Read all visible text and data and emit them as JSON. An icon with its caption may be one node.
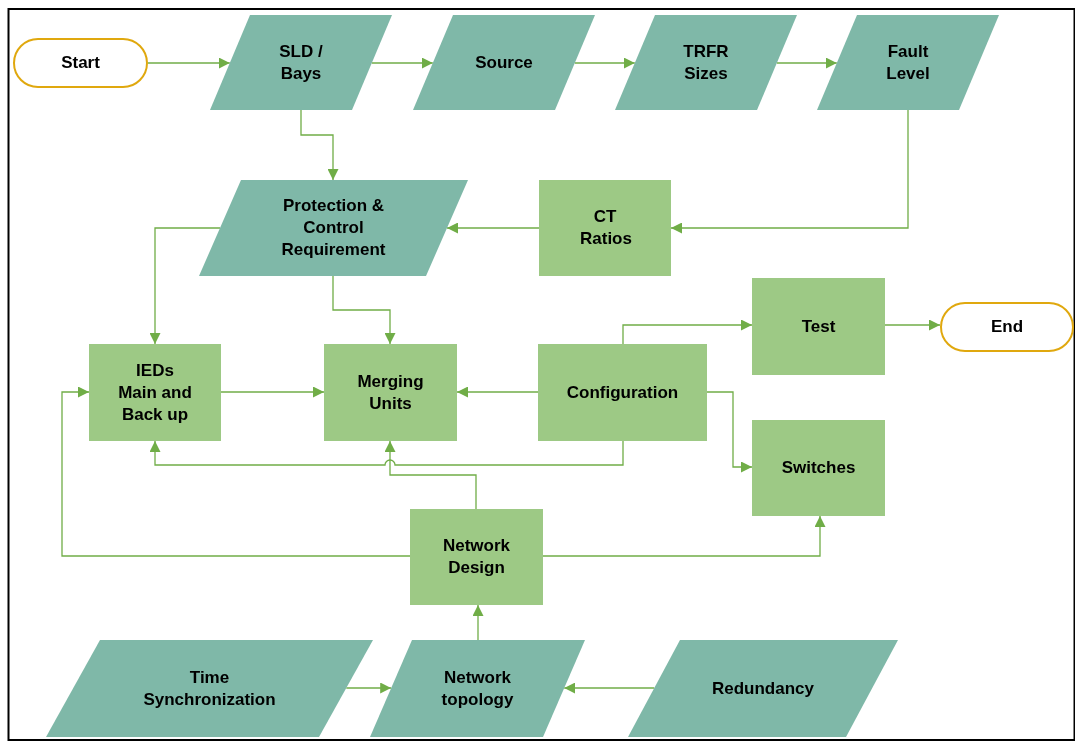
{
  "diagram": {
    "nodes": [
      {
        "text": [
          "Start"
        ]
      },
      {
        "text": [
          "SLD / Bays"
        ]
      },
      {
        "text": [
          "Source"
        ]
      },
      {
        "text": [
          "TRFR Sizes"
        ]
      },
      {
        "text": [
          "Fault Level"
        ]
      },
      {
        "text": [
          "Protection & Control Requirement"
        ]
      },
      {
        "text": [
          "CT Ratios"
        ]
      },
      {
        "text": [
          "IEDs Main and Back up"
        ]
      },
      {
        "text": [
          "Merging Units"
        ]
      },
      {
        "text": [
          "Configuration"
        ]
      },
      {
        "text": [
          "Test"
        ]
      },
      {
        "text": [
          "End"
        ]
      },
      {
        "text": [
          "Switches"
        ]
      },
      {
        "text": [
          "Network Design"
        ]
      },
      {
        "text": [
          "Time Synchronization"
        ]
      },
      {
        "text": [
          "Network topology"
        ]
      },
      {
        "text": [
          "Redundancy"
        ]
      }
    ],
    "edges": [
      {
        "from": 0,
        "to": 1,
        "arrow": "to"
      },
      {
        "from": 1,
        "to": 2,
        "arrow": "to"
      },
      {
        "from": 2,
        "to": 3,
        "arrow": "to"
      },
      {
        "from": 3,
        "to": 4,
        "arrow": "to"
      },
      {
        "from": 4,
        "to": 6,
        "arrow": "to"
      },
      {
        "from": 6,
        "to": 5,
        "arrow": "to"
      },
      {
        "from": 1,
        "to": 5,
        "arrow": "to"
      },
      {
        "from": 5,
        "to": 7,
        "arrow": "to"
      },
      {
        "from": 5,
        "to": 8,
        "arrow": "to"
      },
      {
        "from": 7,
        "to": 8,
        "arrow": "to"
      },
      {
        "from": 9,
        "to": 8,
        "arrow": "to"
      },
      {
        "from": 9,
        "to": 10,
        "arrow": "to"
      },
      {
        "from": 10,
        "to": 11,
        "arrow": "to"
      },
      {
        "from": 9,
        "to": 12,
        "arrow": "to"
      },
      {
        "from": 9,
        "to": 7,
        "arrow": "to"
      },
      {
        "from": 13,
        "to": 8,
        "arrow": "to"
      },
      {
        "from": 13,
        "to": 7,
        "arrow": "to"
      },
      {
        "from": 13,
        "to": 12,
        "arrow": "to"
      },
      {
        "from": 14,
        "to": 15,
        "arrow": "to"
      },
      {
        "from": 16,
        "to": 15,
        "arrow": "to"
      },
      {
        "from": 15,
        "to": 13,
        "arrow": "to"
      }
    ]
  }
}
